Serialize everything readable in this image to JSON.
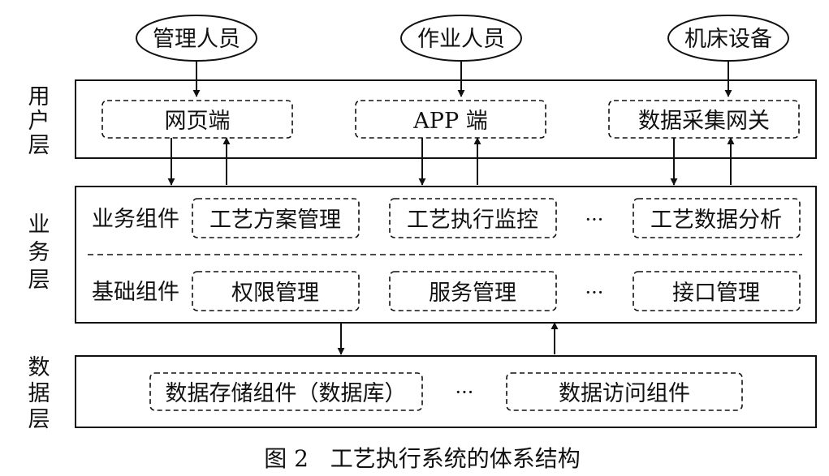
{
  "users": {
    "manager": "管理人员",
    "operator": "作业人员",
    "machine": "机床设备"
  },
  "layers": {
    "user": "用户层",
    "business": "业务层",
    "data": "数据层"
  },
  "user_layer": {
    "web": "网页端",
    "app": "APP 端",
    "gateway": "数据采集网关"
  },
  "business_layer": {
    "business_components_label": "业务组件",
    "business_components": [
      "工艺方案管理",
      "工艺执行监控",
      "工艺数据分析"
    ],
    "base_components_label": "基础组件",
    "base_components": [
      "权限管理",
      "服务管理",
      "接口管理"
    ],
    "ellipsis": "···"
  },
  "data_layer": {
    "storage": "数据存储组件（数据库）",
    "access": "数据访问组件",
    "ellipsis": "···"
  },
  "caption": "图 2   工艺执行系统的体系结构"
}
